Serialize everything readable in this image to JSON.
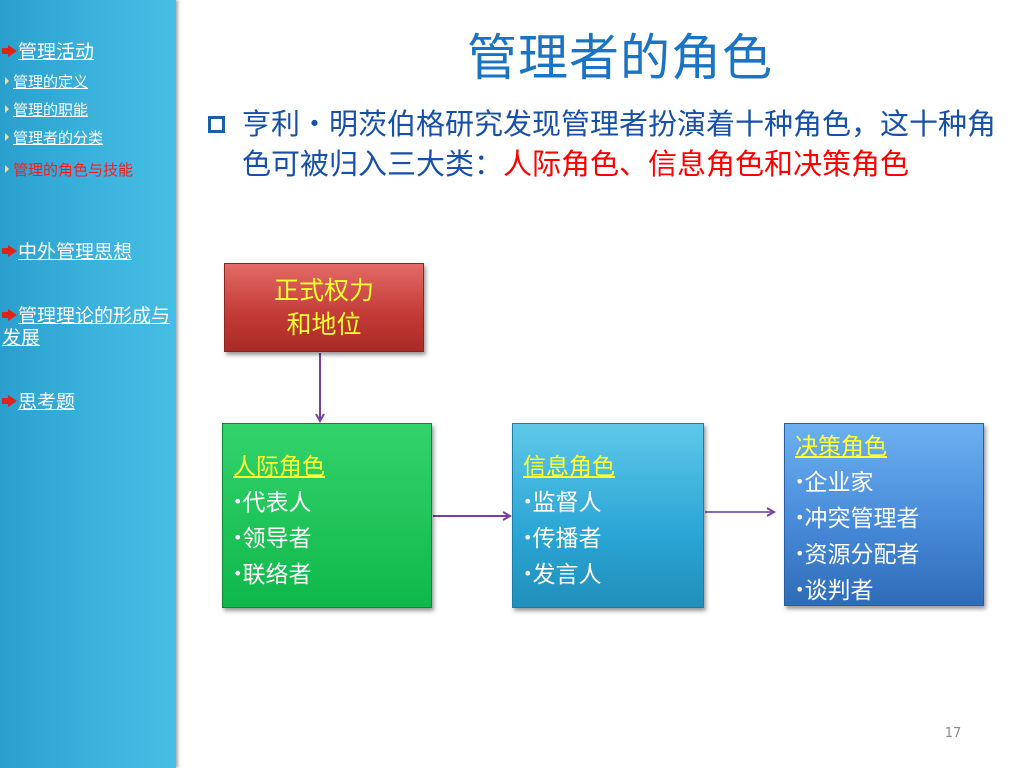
{
  "sidebar": {
    "items": [
      {
        "label": "管理活动",
        "type": "major"
      },
      {
        "label": "管理的定义",
        "type": "sub"
      },
      {
        "label": "管理的职能",
        "type": "sub"
      },
      {
        "label": "管理者的分类",
        "type": "sub"
      },
      {
        "label": "管理的角色与技能",
        "type": "sub",
        "active": true
      },
      {
        "label": "中外管理思想",
        "type": "major"
      },
      {
        "label": "管理理论的形成与发展",
        "type": "major"
      },
      {
        "label": "思考题",
        "type": "major"
      }
    ],
    "icons": {
      "major": "red-arrow-icon",
      "sub": "triangle-bullet-icon"
    }
  },
  "title": "管理者的角色",
  "intro": {
    "text": "亨利・明茨伯格研究发现管理者扮演着十种角色，这十种角色可被归入三大类：",
    "highlight": "人际角色、信息角色和决策角色"
  },
  "diagram": {
    "authority": {
      "line1": "正式权力",
      "line2": "和地位"
    },
    "interpersonal": {
      "title": "人际角色",
      "items": [
        "代表人",
        "领导者",
        "联络者"
      ]
    },
    "informational": {
      "title": "信息角色",
      "items": [
        "监督人",
        "传播者",
        "发言人"
      ]
    },
    "decisional": {
      "title": "决策角色",
      "items": [
        "企业家",
        "冲突管理者",
        "资源分配者",
        "谈判者"
      ]
    }
  },
  "page_number": "17",
  "colors": {
    "sidebar": "#3bb3dd",
    "title": "#1a74c6",
    "text": "#1750a8",
    "highlight": "#ff0000",
    "authority_box": "#c23a35",
    "interpersonal_box": "#0fb84a",
    "informational_box": "#2aa5d5",
    "decisional_box": "#4a8edc",
    "arrow": "#7b3fa0"
  }
}
